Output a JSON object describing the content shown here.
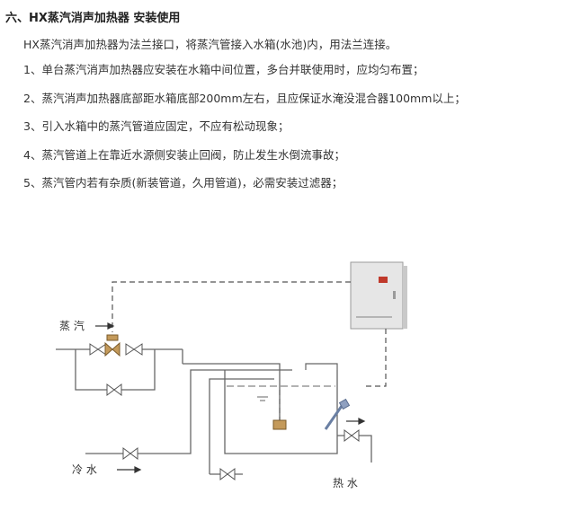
{
  "section": {
    "heading": "六、HX蒸汽消声加热器 安装使用",
    "intro": "HX蒸汽消声加热器为法兰接口，将蒸汽管接入水箱(水池)内，用法兰连接。",
    "items": [
      "1、单台蒸汽消声加热器应安装在水箱中间位置，多台并联使用时，应均匀布置；",
      "2、蒸汽消声加热器底部距水箱底部200mm左右，且应保证水淹没混合器100mm以上；",
      "3、引入水箱中的蒸汽管道应固定，不应有松动现象；",
      "4、蒸汽管道上在靠近水源侧安装止回阀，防止发生水倒流事故；",
      "5、蒸汽管内若有杂质(新装管道，久用管道)，必需安装过滤器；"
    ]
  },
  "diagram": {
    "steam_label": "蒸 汽",
    "cold_water_label": "冷 水",
    "hot_water_label": "热 水"
  }
}
